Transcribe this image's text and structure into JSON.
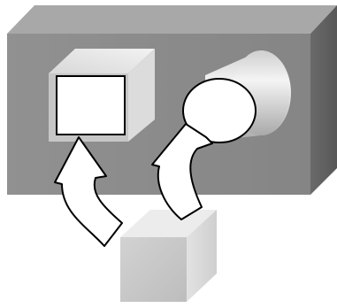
{
  "diagram": {
    "elements": [
      {
        "name": "large-gray-block",
        "shape": "box"
      },
      {
        "name": "square-hole",
        "shape": "square",
        "fill": "#ffffff"
      },
      {
        "name": "round-hole",
        "shape": "circle",
        "fill": "#ffffff"
      },
      {
        "name": "small-cube",
        "shape": "cube"
      },
      {
        "name": "arrow-to-square-hole",
        "shape": "curved-arrow",
        "fill": "#ffffff"
      },
      {
        "name": "arrow-to-round-hole",
        "shape": "curved-arrow",
        "fill": "#ffffff"
      }
    ],
    "colors": {
      "block_front": "#8c8c8c",
      "block_top": "#a6a6a6",
      "block_side": "#6e6e6e",
      "cube_front": "#c8c8c8",
      "cube_top": "#e6e6e6",
      "cube_side": "#d8d8d8",
      "outline": "#000000"
    }
  }
}
